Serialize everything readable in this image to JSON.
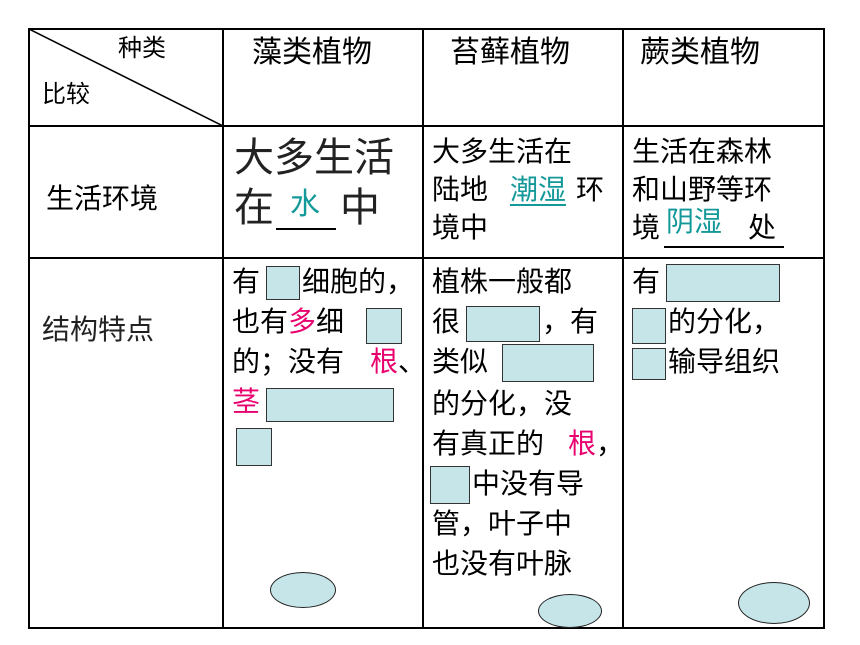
{
  "header": {
    "diagonal_top": "种类",
    "diagonal_bottom": "比较",
    "col1": "藻类植物",
    "col2": "苔藓植物",
    "col3": "蕨类植物"
  },
  "row_env": {
    "label": "生活环境",
    "algae_line1": "大多生活",
    "algae_line2_pre": "在",
    "algae_blank": "水",
    "algae_line2_post": "中",
    "moss_line1": "大多生活在",
    "moss_line2_pre": "陆地",
    "moss_blank": "潮湿",
    "moss_line2_post": "环",
    "moss_line3": "境中",
    "fern_line1": "生活在森林",
    "fern_line2": "和山野等环",
    "fern_line3_pre": "境",
    "fern_blank": "阴湿",
    "fern_line3_post": "处"
  },
  "row_struct": {
    "label": "结构特点",
    "algae_l1_a": "有",
    "algae_l1_b": "细胞的，",
    "algae_l2_a": "也有",
    "algae_l2_mag": "多",
    "algae_l2_b": "细",
    "algae_l3_a": "的；没有",
    "algae_l3_mag": "根",
    "algae_l3_b": "、",
    "algae_l4_mag": "茎",
    "moss_l1": "植株一般都",
    "moss_l2_a": "很",
    "moss_l2_b": "，有",
    "moss_l3_a": "类似",
    "moss_l4": "的分化，没",
    "moss_l5_a": "有真正的",
    "moss_l5_mag": "根",
    "moss_l5_b": "，",
    "moss_l6_b": "中没有导",
    "moss_l7": "管，叶子中",
    "moss_l8": "也没有叶脉",
    "fern_l1_a": "有",
    "fern_l2_b": "的分化，",
    "fern_l3_b": "输导组织"
  },
  "colors": {
    "cover_fill": "#c5e5e9",
    "highlight_magenta": "#e8006e",
    "highlight_teal": "#14999a"
  }
}
